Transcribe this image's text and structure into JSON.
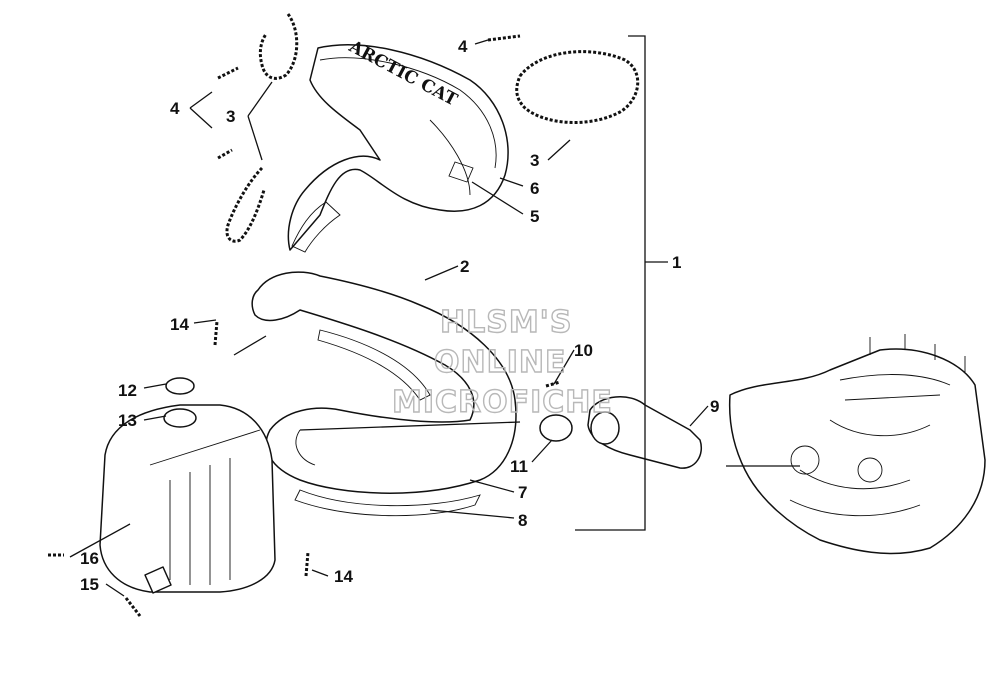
{
  "diagram": {
    "callouts": [
      "1",
      "2",
      "3",
      "3",
      "4",
      "4",
      "5",
      "6",
      "7",
      "8",
      "9",
      "10",
      "11",
      "12",
      "13",
      "14",
      "14",
      "15",
      "16"
    ],
    "watermark": [
      "HLSM'S",
      "ONLINE",
      "MICROFICHE"
    ],
    "logo_text": "ARCTIC CAT",
    "colors": {
      "line": "#111111",
      "background": "#ffffff",
      "watermark": "#b8b8b8"
    }
  }
}
